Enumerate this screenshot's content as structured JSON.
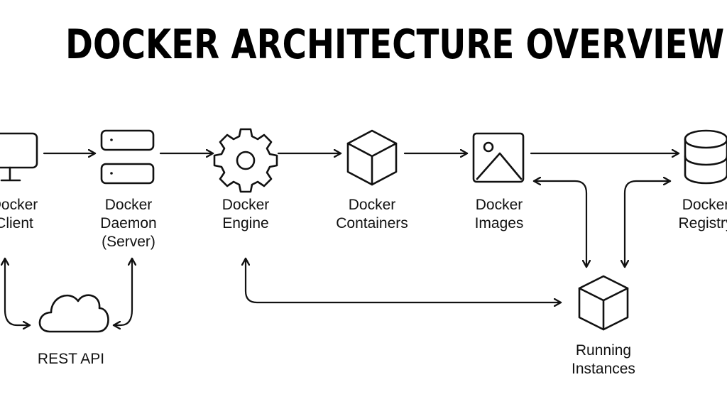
{
  "title": "DOCKER ARCHITECTURE OVERVIEW",
  "nodes": {
    "client": {
      "line1": "Docker",
      "line2": "Client",
      "icon": "monitor-icon"
    },
    "daemon": {
      "line1": "Docker",
      "line2": "Daemon",
      "line3": "(Server)",
      "icon": "server-icon"
    },
    "engine": {
      "line1": "Docker",
      "line2": "Engine",
      "icon": "gear-icon"
    },
    "containers": {
      "line1": "Docker",
      "line2": "Containers",
      "icon": "cube-icon"
    },
    "images": {
      "line1": "Docker",
      "line2": "Images",
      "icon": "image-icon"
    },
    "registry": {
      "line1": "Docker",
      "line2": "Registry",
      "icon": "database-icon"
    },
    "rest_api": {
      "label": "REST API",
      "icon": "cloud-icon"
    },
    "running": {
      "line1": "Running",
      "line2": "Instances",
      "icon": "cube-icon"
    }
  }
}
